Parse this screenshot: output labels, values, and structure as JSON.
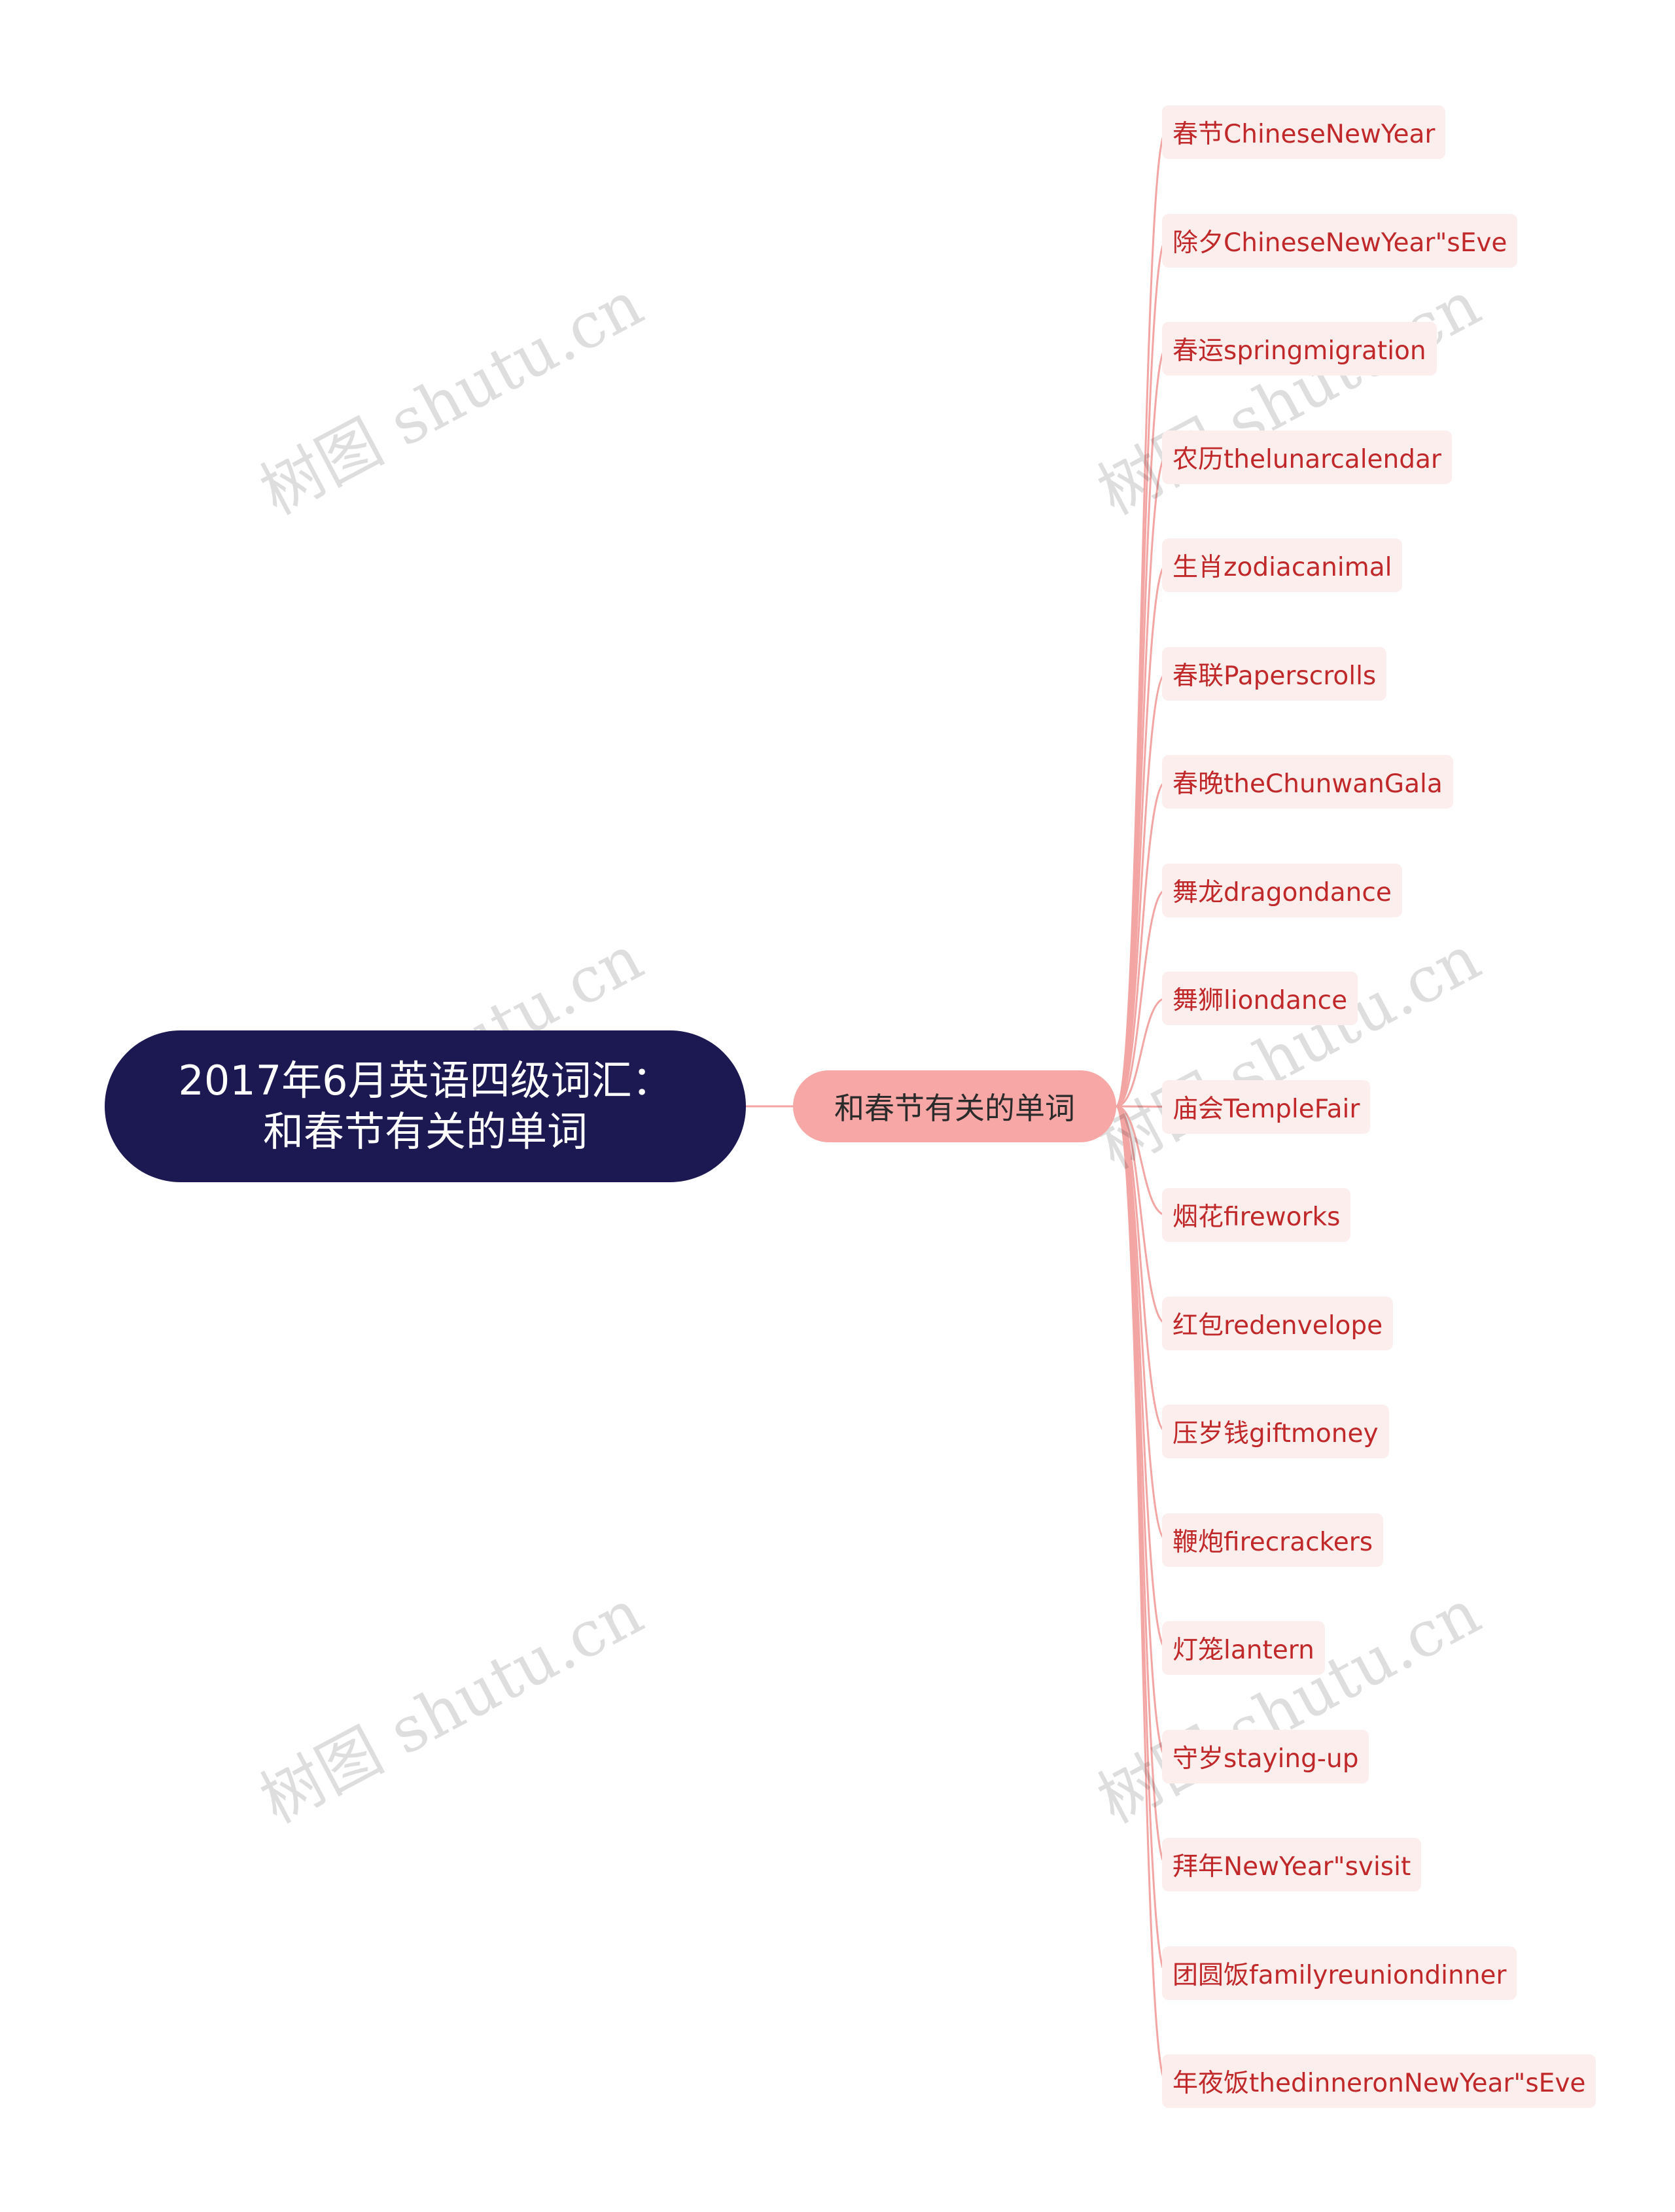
{
  "root": {
    "title": "2017年6月英语四级词汇：和春节有关的单词"
  },
  "branch": {
    "label": "和春节有关的单词"
  },
  "leaves": [
    "春节ChineseNewYear",
    "除夕ChineseNewYear\"sEve",
    "春运springmigration",
    "农历thelunarcalendar",
    "生肖zodiacanimal",
    "春联Paperscrolls",
    "春晚theChunwanGala",
    "舞龙dragondance",
    "舞狮liondance",
    "庙会TempleFair",
    "烟花fireworks",
    "红包redenvelope",
    "压岁钱giftmoney",
    "鞭炮firecrackers",
    "灯笼lantern",
    "守岁staying-up",
    "拜年NewYear\"svisit",
    "团圆饭familyreuniondinner",
    "年夜饭thedinneronNewYear\"sEve"
  ],
  "watermark": {
    "text": "树图 shutu.cn"
  },
  "colors": {
    "root_bg": "#1b1852",
    "branch_bg": "#f7a7a6",
    "leaf_bg": "#fdeeee",
    "leaf_text": "#c0282a",
    "connector": "#f2a5a3"
  }
}
